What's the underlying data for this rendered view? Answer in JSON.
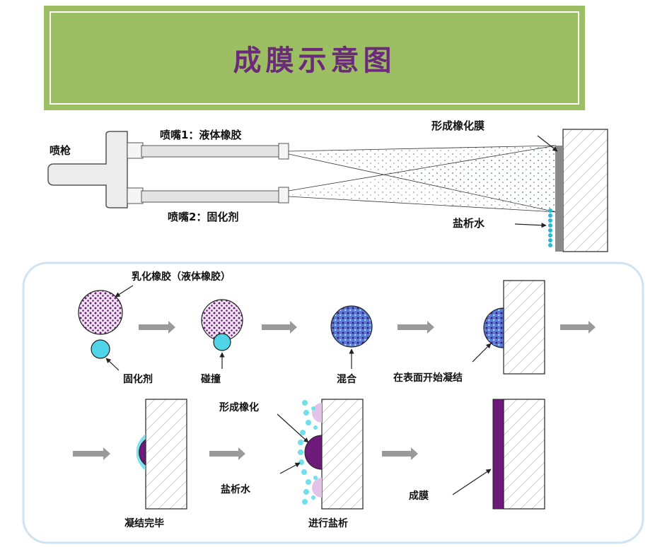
{
  "title": "成膜示意图",
  "colors": {
    "banner": "#9dbf63",
    "title_text": "#6b2a7a",
    "latex_purple": "#6e1a7a",
    "coagulant_cyan": "#4fd4e8",
    "arrow_gray": "#9a9a9a"
  },
  "top": {
    "spray_gun": "喷枪",
    "nozzle1": "喷嘴1：液体橡胶",
    "nozzle2": "喷嘴2：固化剂",
    "film_formed": "形成橡化膜",
    "salt_water": "盐析水"
  },
  "process": {
    "emulsified_latex": "乳化橡胶（液体橡胶）",
    "coagulant": "固化剂",
    "collision": "碰撞",
    "mixing": "混合",
    "begin_coagulation": "在表面开始凝结",
    "coagulation_complete": "凝结完毕",
    "forming_rubberization": "形成橡化",
    "salt_water": "盐析水",
    "salting_out": "进行盐析",
    "film": "成膜"
  }
}
